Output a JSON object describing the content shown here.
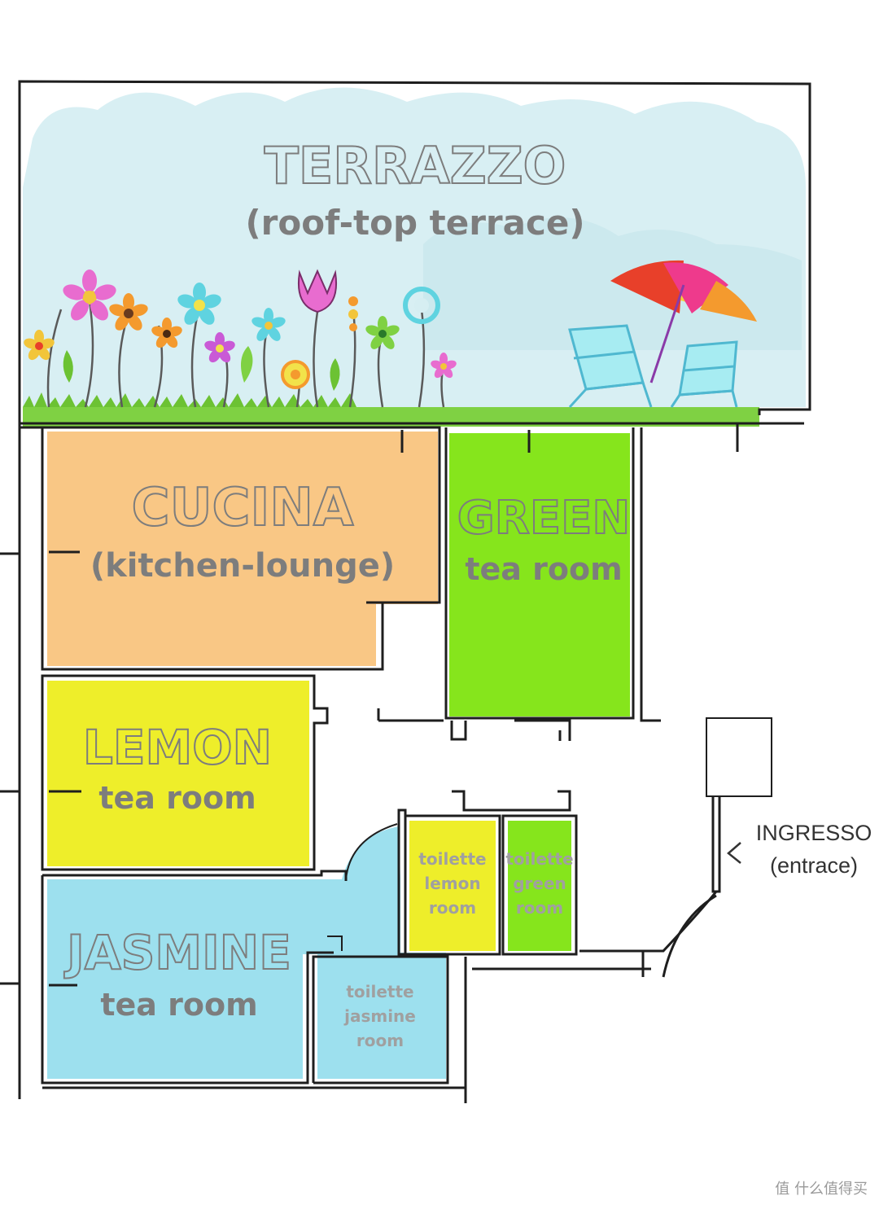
{
  "rooms": {
    "terrazzo": {
      "title": "TERRAZZO",
      "subtitle": "(roof-top terrace)"
    },
    "cucina": {
      "title": "CUCINA",
      "subtitle": "(kitchen-lounge)"
    },
    "green": {
      "title": "GREEN",
      "subtitle": "tea room"
    },
    "lemon": {
      "title": "LEMON",
      "subtitle": "tea room"
    },
    "jasmine": {
      "title": "JASMINE",
      "subtitle": "tea room"
    },
    "toilette_lemon": {
      "line1": "toilette",
      "line2": "lemon",
      "line3": "room"
    },
    "toilette_green": {
      "line1": "toilette",
      "line2": "green",
      "line3": "room"
    },
    "toilette_jasmine": {
      "line1": "toilette",
      "line2": "jasmine",
      "line3": "room"
    }
  },
  "entrance": {
    "title": "INGRESSO",
    "subtitle": "(entrace)"
  },
  "watermark": "值 什么值得买",
  "colors": {
    "terrace_sky": "#d6eef2",
    "cucina": "#f9c785",
    "green": "#86e51c",
    "lemon": "#eeee2a",
    "jasmine": "#9de0ee",
    "grass": "#7fd143",
    "umbrella_red": "#e8402a",
    "umbrella_pink": "#ee3a8c",
    "umbrella_yellow": "#f7d23c",
    "chair": "#7ee0e8"
  },
  "icons": [
    "flower-icon",
    "umbrella-icon",
    "deck-chair-icon",
    "entrance-arrow-icon"
  ]
}
